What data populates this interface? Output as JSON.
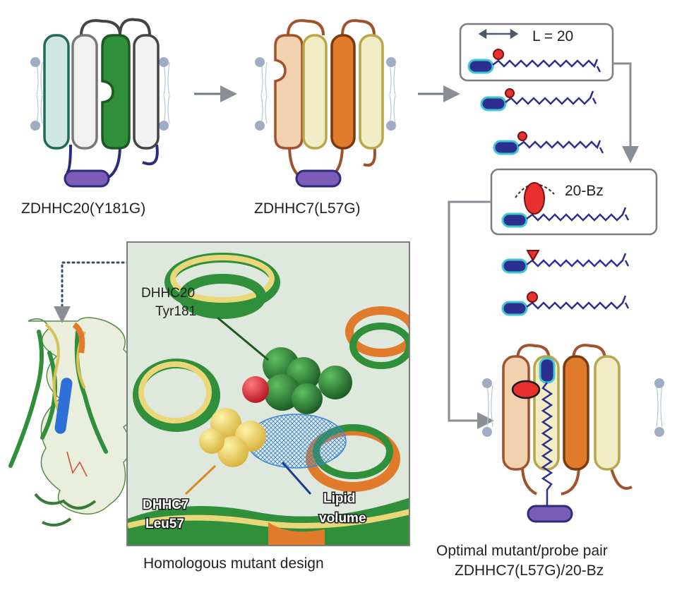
{
  "labels": {
    "panel1": "ZDHHC20(Y181G)",
    "panel2": "ZDHHC7(L57G)",
    "length": "L = 20",
    "probe": "20-Bz",
    "dhhc20_line1": "DHHC20",
    "dhhc20_line2": "Tyr181",
    "dhhc7_line1": "DHHC7",
    "dhhc7_line2": "Leu57",
    "lipid_line1": "Lipid",
    "lipid_line2": "volume",
    "structure_caption": "Homologous mutant design",
    "final_line1": "Optimal mutant/probe pair",
    "final_line2": "ZDHHC7(L57G)/20-Bz"
  },
  "colors": {
    "dhhc20_dark_green": "#2f8f3a",
    "dhhc20_teal": "#cfe7e3",
    "dhhc7_orange": "#e07b2c",
    "dhhc7_tan": "#f2d2ae",
    "dhhc7_pale": "#f0ecc6",
    "linker_purple": "#2e2a7e",
    "probe_red": "#e8302f",
    "head_cyan": "#3fc6d0",
    "chain_navy": "#2b2f8f",
    "mesh_blue": "#3a86d8",
    "arrow_gray": "#6e7a86"
  }
}
